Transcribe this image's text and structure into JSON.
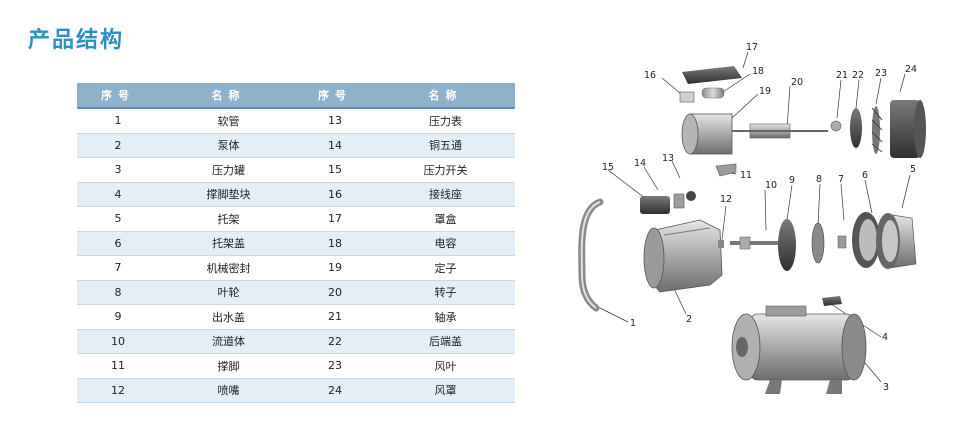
{
  "page": {
    "title": "产品结构"
  },
  "table": {
    "headers": [
      "序号",
      "名称"
    ],
    "left": [
      {
        "no": "1",
        "name": "软管"
      },
      {
        "no": "2",
        "name": "泵体"
      },
      {
        "no": "3",
        "name": "压力罐"
      },
      {
        "no": "4",
        "name": "撑脚垫块"
      },
      {
        "no": "5",
        "name": "托架"
      },
      {
        "no": "6",
        "name": "托架盖"
      },
      {
        "no": "7",
        "name": "机械密封"
      },
      {
        "no": "8",
        "name": "叶轮"
      },
      {
        "no": "9",
        "name": "出水盖"
      },
      {
        "no": "10",
        "name": "流道体"
      },
      {
        "no": "11",
        "name": "撑脚"
      },
      {
        "no": "12",
        "name": "喷嘴"
      }
    ],
    "right": [
      {
        "no": "13",
        "name": "压力表"
      },
      {
        "no": "14",
        "name": "铜五通"
      },
      {
        "no": "15",
        "name": "压力开关"
      },
      {
        "no": "16",
        "name": "接线座"
      },
      {
        "no": "17",
        "name": "罩盒"
      },
      {
        "no": "18",
        "name": "电容"
      },
      {
        "no": "19",
        "name": "定子"
      },
      {
        "no": "20",
        "name": "转子"
      },
      {
        "no": "21",
        "name": "轴承"
      },
      {
        "no": "22",
        "name": "后端盖"
      },
      {
        "no": "23",
        "name": "风叶"
      },
      {
        "no": "24",
        "name": "风罩"
      }
    ]
  },
  "diagram": {
    "callouts": [
      "1",
      "2",
      "3",
      "4",
      "5",
      "6",
      "7",
      "8",
      "9",
      "10",
      "11",
      "12",
      "13",
      "14",
      "15",
      "16",
      "17",
      "18",
      "19",
      "20",
      "21",
      "22",
      "23",
      "24"
    ]
  }
}
